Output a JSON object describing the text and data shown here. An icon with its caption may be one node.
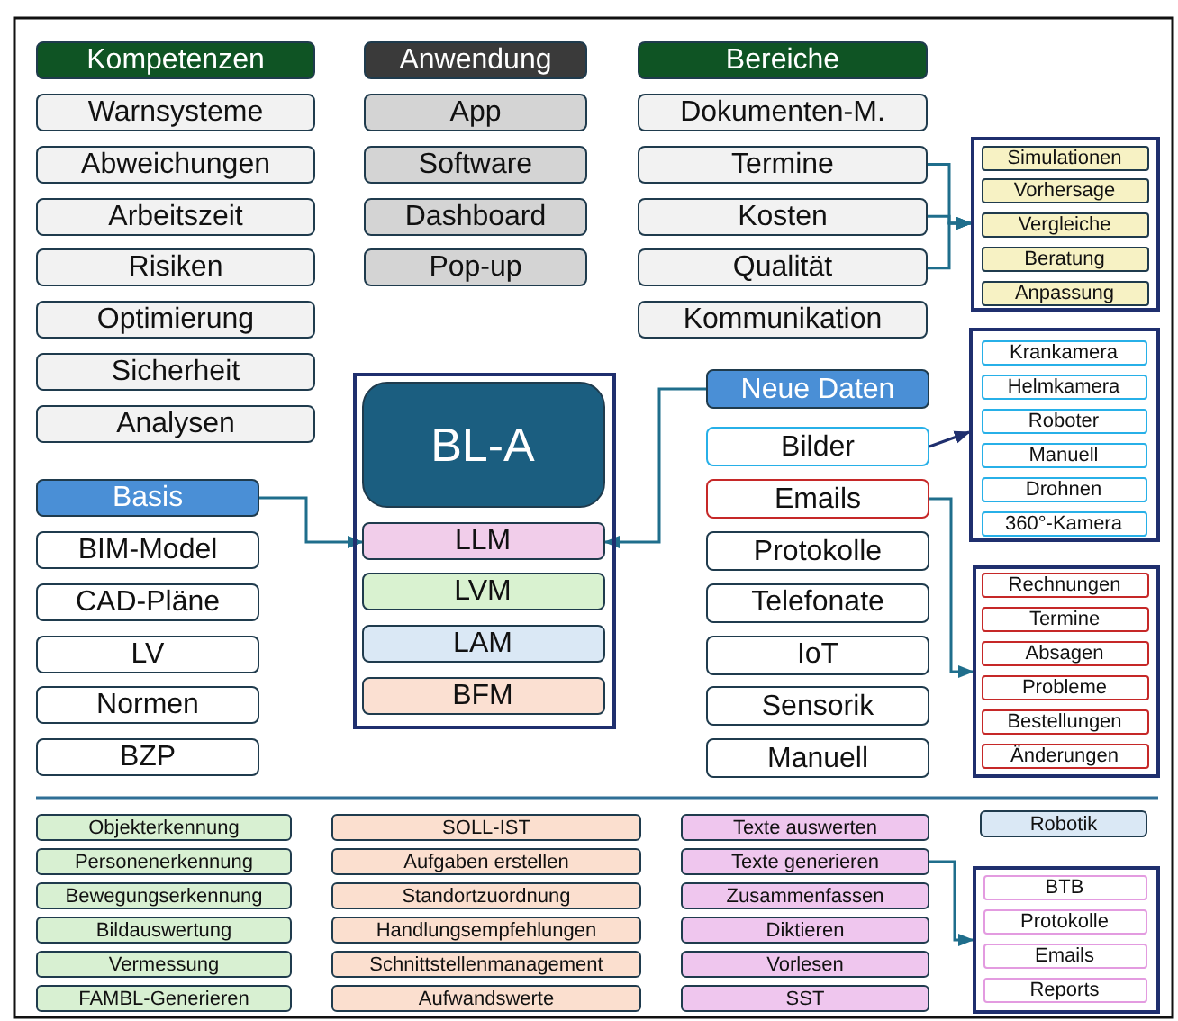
{
  "diagram": {
    "nodes": [
      {
        "text": [
          "Kompetenzen"
        ]
      },
      {
        "text": [
          "Warnsysteme"
        ]
      },
      {
        "text": [
          "Abweichungen"
        ]
      },
      {
        "text": [
          "Arbeitszeit"
        ]
      },
      {
        "text": [
          "Risiken"
        ]
      },
      {
        "text": [
          "Optimierung"
        ]
      },
      {
        "text": [
          "Sicherheit"
        ]
      },
      {
        "text": [
          "Analysen"
        ]
      },
      {
        "text": [
          "Anwendung"
        ]
      },
      {
        "text": [
          "App"
        ]
      },
      {
        "text": [
          "Software"
        ]
      },
      {
        "text": [
          "Dashboard"
        ]
      },
      {
        "text": [
          "Pop-up"
        ]
      },
      {
        "text": [
          "Bereiche"
        ]
      },
      {
        "text": [
          "Dokumenten-M."
        ]
      },
      {
        "text": [
          "Termine"
        ]
      },
      {
        "text": [
          "Kosten"
        ]
      },
      {
        "text": [
          "Qualität"
        ]
      },
      {
        "text": [
          "Kommunikation"
        ]
      },
      {
        "text": [],
        "shape": "box"
      },
      {
        "text": [
          "Simulationen"
        ],
        "in": 19
      },
      {
        "text": [
          "Vorhersage"
        ],
        "in": 19
      },
      {
        "text": [
          "Vergleiche"
        ],
        "in": 19
      },
      {
        "text": [
          "Beratung"
        ],
        "in": 19
      },
      {
        "text": [
          "Anpassung"
        ],
        "in": 19
      },
      {
        "text": [],
        "shape": "box"
      },
      {
        "text": [
          "BL-A"
        ],
        "in": 25
      },
      {
        "text": [
          "LLM"
        ],
        "in": 25
      },
      {
        "text": [
          "LVM"
        ],
        "in": 25
      },
      {
        "text": [
          "LAM"
        ],
        "in": 25
      },
      {
        "text": [
          "BFM"
        ],
        "in": 25
      },
      {
        "text": [
          "Basis"
        ]
      },
      {
        "text": [
          "BIM-Model"
        ]
      },
      {
        "text": [
          "CAD-Pläne"
        ]
      },
      {
        "text": [
          "LV"
        ]
      },
      {
        "text": [
          "Normen"
        ]
      },
      {
        "text": [
          "BZP"
        ]
      },
      {
        "text": [
          "Neue Daten"
        ]
      },
      {
        "text": [
          "Bilder"
        ]
      },
      {
        "text": [
          "Emails"
        ]
      },
      {
        "text": [
          "Protokolle"
        ]
      },
      {
        "text": [
          "Telefonate"
        ]
      },
      {
        "text": [
          "IoT"
        ]
      },
      {
        "text": [
          "Sensorik"
        ]
      },
      {
        "text": [
          "Manuell"
        ]
      },
      {
        "text": [],
        "shape": "box"
      },
      {
        "text": [
          "Krankamera"
        ],
        "in": 45
      },
      {
        "text": [
          "Helmkamera"
        ],
        "in": 45
      },
      {
        "text": [
          "Roboter"
        ],
        "in": 45
      },
      {
        "text": [
          "Manuell"
        ],
        "in": 45
      },
      {
        "text": [
          "Drohnen"
        ],
        "in": 45
      },
      {
        "text": [
          "360°-Kamera"
        ],
        "in": 45
      },
      {
        "text": [],
        "shape": "box"
      },
      {
        "text": [
          "Rechnungen"
        ],
        "in": 52
      },
      {
        "text": [
          "Termine"
        ],
        "in": 52
      },
      {
        "text": [
          "Absagen"
        ],
        "in": 52
      },
      {
        "text": [
          "Probleme"
        ],
        "in": 52
      },
      {
        "text": [
          "Bestellungen"
        ],
        "in": 52
      },
      {
        "text": [
          "Änderungen"
        ],
        "in": 52
      },
      {
        "text": [
          "Objekterkennung"
        ]
      },
      {
        "text": [
          "Personenerkennung"
        ]
      },
      {
        "text": [
          "Bewegungserkennung"
        ]
      },
      {
        "text": [
          "Bildauswertung"
        ]
      },
      {
        "text": [
          "Vermessung"
        ]
      },
      {
        "text": [
          "FAMBL-Generieren"
        ]
      },
      {
        "text": [
          "SOLL-IST"
        ]
      },
      {
        "text": [
          "Aufgaben erstellen"
        ]
      },
      {
        "text": [
          "Standortzuordnung"
        ]
      },
      {
        "text": [
          "Handlungsempfehlungen"
        ]
      },
      {
        "text": [
          "Schnittstellenmanagement"
        ]
      },
      {
        "text": [
          "Aufwandswerte"
        ]
      },
      {
        "text": [
          "Texte auswerten"
        ]
      },
      {
        "text": [
          "Texte generieren"
        ]
      },
      {
        "text": [
          "Zusammenfassen"
        ]
      },
      {
        "text": [
          "Diktieren"
        ]
      },
      {
        "text": [
          "Vorlesen"
        ]
      },
      {
        "text": [
          "SST"
        ]
      },
      {
        "text": [
          "Robotik"
        ]
      },
      {
        "text": [],
        "shape": "box"
      },
      {
        "text": [
          "BTB"
        ],
        "in": 78
      },
      {
        "text": [
          "Protokolle"
        ],
        "in": 78
      },
      {
        "text": [
          "Emails"
        ],
        "in": 78
      },
      {
        "text": [
          "Reports"
        ],
        "in": 78
      }
    ],
    "edges": [
      {
        "from": 15,
        "to": 19,
        "arrow": "to"
      },
      {
        "from": 16,
        "to": 19,
        "arrow": "to"
      },
      {
        "from": 17,
        "to": 19,
        "arrow": "to"
      },
      {
        "from": 31,
        "to": 27,
        "arrow": "to"
      },
      {
        "from": 37,
        "to": 27,
        "arrow": "to"
      },
      {
        "from": 38,
        "to": 45,
        "arrow": "to",
        "color": "#1f2f6e"
      },
      {
        "from": 39,
        "to": 52,
        "arrow": "to"
      },
      {
        "from": 72,
        "to": 78,
        "arrow": "to"
      }
    ]
  }
}
